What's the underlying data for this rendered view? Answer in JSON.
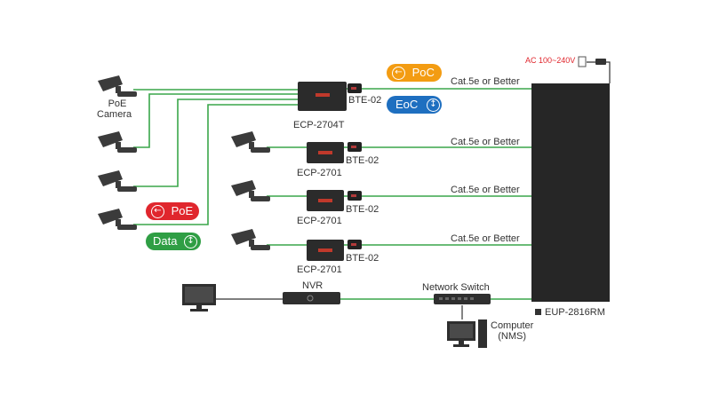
{
  "colors": {
    "line_green": "#3aa64a",
    "line_dark": "#333333",
    "poc_orange": "#f39c12",
    "eoc_blue": "#1e6fc0",
    "poe_red": "#e0262d",
    "data_green": "#2f9e44",
    "power_red": "#e0262d"
  },
  "labels": {
    "poe_camera_line1": "PoE",
    "poe_camera_line2": "Camera",
    "ecp_2704t": "ECP-2704T",
    "ecp_2701_a": "ECP-2701",
    "ecp_2701_b": "ECP-2701",
    "ecp_2701_c": "ECP-2701",
    "bte_top": "BTE-02",
    "bte_a": "BTE-02",
    "bte_b": "BTE-02",
    "bte_c": "BTE-02",
    "cable_1": "Cat.5e or Better",
    "cable_2": "Cat.5e or Better",
    "cable_3": "Cat.5e or Better",
    "cable_4": "Cat.5e or Better",
    "ac_power": "AC 100~240V",
    "nvr": "NVR",
    "network_switch": "Network Switch",
    "computer_line1": "Computer",
    "computer_line2": "(NMS)",
    "eup": "EUP-2816RM"
  },
  "badges": {
    "poc": {
      "text": "PoC",
      "icon": "arrow-left-circle-icon"
    },
    "eoc": {
      "text": "EoC",
      "icon": "arrows-both-circle-icon"
    },
    "poe": {
      "text": "PoE",
      "icon": "arrow-left-circle-icon"
    },
    "data": {
      "text": "Data",
      "icon": "arrows-both-circle-icon"
    }
  }
}
